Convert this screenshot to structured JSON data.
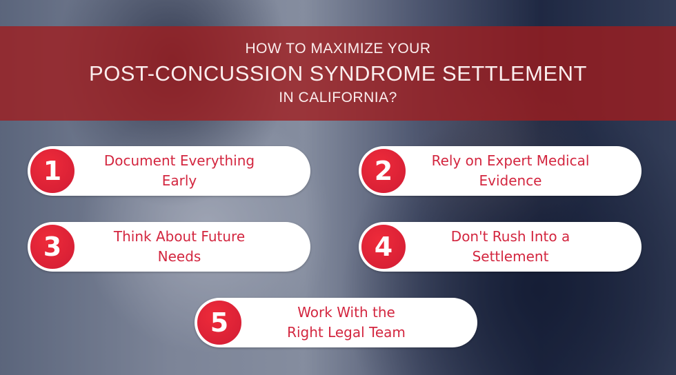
{
  "banner": {
    "line1": "HOW TO MAXIMIZE YOUR",
    "line2": "POST-CONCUSSION SYNDROME SETTLEMENT",
    "line3": "IN CALIFORNIA?",
    "color": "#a01c1e"
  },
  "tips": [
    {
      "number": "1",
      "line1": "Document Everything",
      "line2": "Early"
    },
    {
      "number": "2",
      "line1": "Rely on Expert Medical",
      "line2": "Evidence"
    },
    {
      "number": "3",
      "line1": "Think About Future",
      "line2": "Needs"
    },
    {
      "number": "4",
      "line1": "Don't Rush Into a",
      "line2": "Settlement"
    },
    {
      "number": "5",
      "line1": "Work With the",
      "line2": "Right Legal Team"
    }
  ],
  "colors": {
    "accent_red": "#d71f35",
    "tip_text": "#d3263f",
    "card_bg": "#ffffff"
  }
}
